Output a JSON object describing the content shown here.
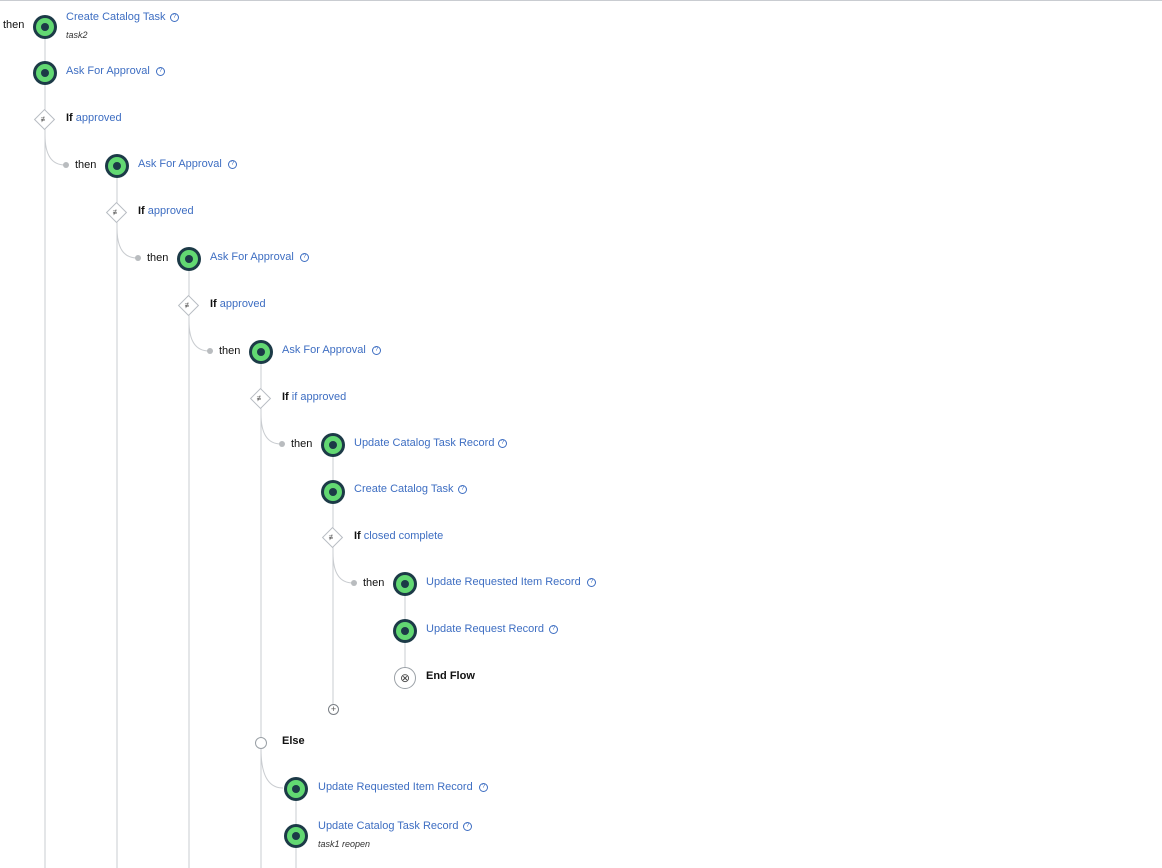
{
  "flow": {
    "then_text": "then",
    "if_text": "If",
    "else_text": "Else",
    "info_glyph": "?",
    "end_flow_label": "End Flow",
    "add_glyph": "+",
    "end_glyph": "⊗",
    "branch_glyph": "≢",
    "steps": {
      "s1": {
        "label": "Create Catalog Task",
        "sub": "task2"
      },
      "s2": {
        "label": "Ask For Approval"
      },
      "s3": {
        "label": "Ask For Approval"
      },
      "s4": {
        "label": "Ask For Approval"
      },
      "s5": {
        "label": "Ask For Approval"
      },
      "s6": {
        "label": "Update Catalog Task Record"
      },
      "s7": {
        "label": "Create Catalog Task"
      },
      "s8": {
        "label": "Update Requested Item Record"
      },
      "s9": {
        "label": "Update Request Record"
      },
      "s10": {
        "label": "Update Requested Item Record"
      },
      "s11": {
        "label": "Update Catalog Task Record",
        "sub": "task1  reopen"
      }
    },
    "conditions": {
      "c1": "approved",
      "c2": "approved",
      "c3": "approved",
      "c4": "if approved",
      "c5": "closed complete"
    }
  },
  "colors": {
    "step_ring": "#1c3a47",
    "step_fill": "#62d872",
    "link": "#3e6ec2",
    "connector": "#c0c3c7"
  },
  "icons": {
    "step": "action-step-icon",
    "condition": "branch-diamond-icon",
    "end": "end-flow-icon",
    "add": "add-step-icon",
    "info": "info-icon"
  }
}
